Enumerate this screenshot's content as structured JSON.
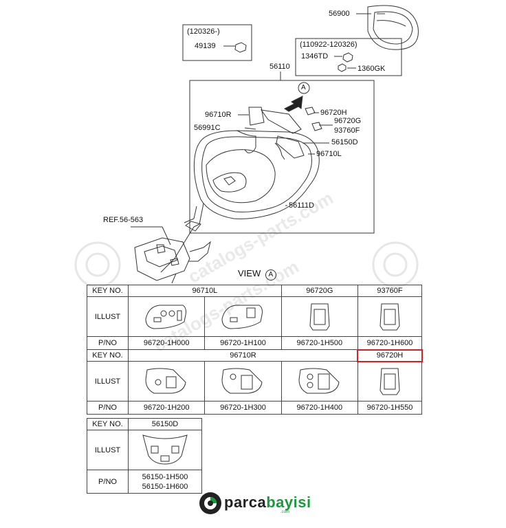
{
  "callouts": {
    "c56900": "56900",
    "date1": "(120326-)",
    "c49139": "49139",
    "date2": "(110922-120326)",
    "c1346TD": "1346TD",
    "c1360GK": "1360GK",
    "c56110": "56110",
    "marker_a": "A",
    "c96710R": "96710R",
    "c96720H": "96720H",
    "c96720G": "96720G",
    "c93760F": "93760F",
    "c56991C": "56991C",
    "c56150D": "56150D",
    "c96710L": "96710L",
    "c56111D": "56111D",
    "ref": "REF.56-563"
  },
  "view_label": "VIEW",
  "view_marker": "A",
  "watermark": "catalogs-parts.com",
  "table": {
    "key_no": "KEY NO.",
    "illust": "ILLUST",
    "pno": "P/NO",
    "row1": {
      "groups": [
        "96710L",
        "96720G",
        "93760F"
      ],
      "parts": [
        "96720-1H000",
        "96720-1H100",
        "96720-1H500",
        "96720-1H600"
      ]
    },
    "row2": {
      "groups": [
        "96710R",
        "96720H"
      ],
      "parts": [
        "96720-1H200",
        "96720-1H300",
        "96720-1H400",
        "96720-1H550"
      ]
    },
    "row3": {
      "groups": [
        "56150D"
      ],
      "parts": [
        "56150-1H500",
        "56150-1H600"
      ]
    }
  },
  "highlight_color": "#d42020",
  "logo": {
    "part1": "parca",
    "part2": "bayisi",
    "sub": ".com"
  }
}
